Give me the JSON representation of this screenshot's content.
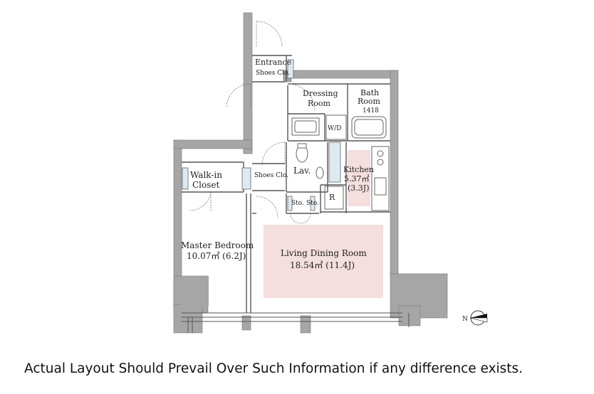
{
  "rooms": {
    "entrance": "Entrance",
    "shoes_clo_entrance": "Shoes Clo.",
    "dressing_line1": "Dressing",
    "dressing_line2": "Room",
    "bath_line1": "Bath",
    "bath_line2": "Room",
    "bath_size": "1418",
    "wd": "W/D",
    "lav": "Lav.",
    "kitchen": "Kitchen",
    "kitchen_area": "5.37㎡",
    "kitchen_jo": "(3.3J)",
    "refrigerator": "R",
    "shoes_clo_hall": "Shoes Clo.",
    "sto1": "Sto.",
    "sto2": "Sto.",
    "walkin_line1": "Walk-in",
    "walkin_line2": "Closet",
    "master_bedroom": "Master Bedroom",
    "master_area": "10.07㎡ (6.2J)",
    "living_dining": "Living Dining Room",
    "living_area": "18.54㎡ (11.4J)"
  },
  "compass": {
    "label": "N"
  },
  "colors": {
    "wall": "#a6a6a6",
    "line": "#555555",
    "highlight": "#f4dede",
    "fixture": "#dbeaf3"
  },
  "disclaimer": "Actual Layout Should Prevail Over Such Information if any difference exists."
}
